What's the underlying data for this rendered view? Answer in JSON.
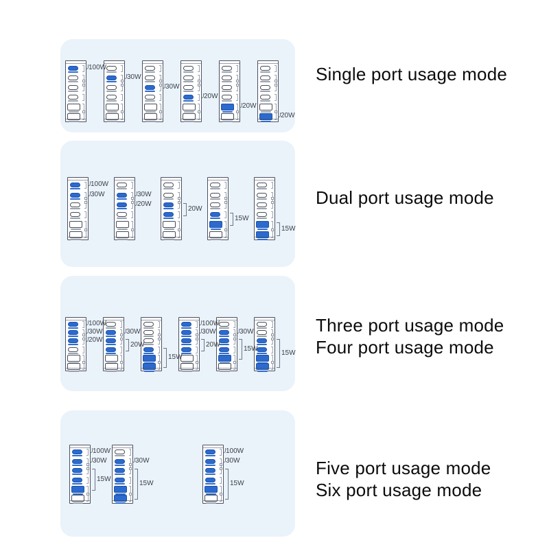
{
  "figure_title": "Charger port usage modes",
  "colors": {
    "panel_bg": "#eaf2fa",
    "active_port": "#2c6ace",
    "device_outline": "#4a5160",
    "title_text": "#0c0c0c",
    "watt_text": "#3a3f46"
  },
  "device": {
    "ports": [
      {
        "n": 1,
        "type": "usb-c"
      },
      {
        "n": 2,
        "type": "usb-c"
      },
      {
        "n": 3,
        "type": "usb-c"
      },
      {
        "n": 4,
        "type": "usb-c"
      },
      {
        "n": 5,
        "type": "usb-a"
      },
      {
        "n": 6,
        "type": "usb-a"
      }
    ]
  },
  "sections": [
    {
      "id": "single-port",
      "title": "Single port usage mode",
      "chargers": [
        {
          "active": [
            1
          ],
          "labels": [
            {
              "port": 1,
              "text": "100W"
            }
          ]
        },
        {
          "active": [
            2
          ],
          "labels": [
            {
              "port": 2,
              "text": "30W"
            }
          ]
        },
        {
          "active": [
            3
          ],
          "labels": [
            {
              "port": 3,
              "text": "30W"
            }
          ]
        },
        {
          "active": [
            4
          ],
          "labels": [
            {
              "port": 4,
              "text": "20W"
            }
          ]
        },
        {
          "active": [
            5
          ],
          "labels": [
            {
              "port": 5,
              "text": "20W"
            }
          ]
        },
        {
          "active": [
            6
          ],
          "labels": [
            {
              "port": 6,
              "text": "20W"
            }
          ]
        }
      ]
    },
    {
      "id": "dual-port",
      "title": "Dual port usage mode",
      "chargers": [
        {
          "active": [
            1,
            2
          ],
          "labels": [
            {
              "port": 1,
              "text": "100W"
            },
            {
              "port": 2,
              "text": "30W"
            }
          ]
        },
        {
          "active": [
            2,
            3
          ],
          "labels": [
            {
              "port": 2,
              "text": "30W"
            },
            {
              "port": 3,
              "text": "20W"
            }
          ]
        },
        {
          "active": [
            3,
            4
          ],
          "labels": [
            {
              "span": [
                3,
                4
              ],
              "text": "20W"
            }
          ]
        },
        {
          "active": [
            4,
            5
          ],
          "labels": [
            {
              "span": [
                4,
                5
              ],
              "text": "15W"
            }
          ]
        },
        {
          "active": [
            5,
            6
          ],
          "labels": [
            {
              "span": [
                5,
                6
              ],
              "text": "15W"
            }
          ]
        }
      ]
    },
    {
      "id": "three-four-port",
      "title": "Three port usage mode\nFour port usage mode",
      "chargers": [
        {
          "active": [
            1,
            2,
            3
          ],
          "labels": [
            {
              "port": 1,
              "text": "100W"
            },
            {
              "port": 2,
              "text": "30W"
            },
            {
              "port": 3,
              "text": "20W"
            }
          ]
        },
        {
          "active": [
            2,
            3,
            4
          ],
          "labels": [
            {
              "port": 2,
              "text": "30W"
            },
            {
              "span": [
                3,
                4
              ],
              "text": "20W"
            }
          ]
        },
        {
          "active": [
            4,
            5,
            6
          ],
          "labels": [
            {
              "span": [
                4,
                6
              ],
              "text": "15W"
            }
          ]
        },
        {
          "active": [
            1,
            2,
            3,
            4
          ],
          "labels": [
            {
              "port": 1,
              "text": "100W"
            },
            {
              "port": 2,
              "text": "30W"
            },
            {
              "span": [
                3,
                4
              ],
              "text": "20W"
            }
          ]
        },
        {
          "active": [
            2,
            3,
            4,
            5
          ],
          "labels": [
            {
              "port": 2,
              "text": "30W"
            },
            {
              "span": [
                3,
                5
              ],
              "text": "15W"
            }
          ]
        },
        {
          "active": [
            3,
            4,
            5,
            6
          ],
          "labels": [
            {
              "span": [
                3,
                6
              ],
              "text": "15W"
            }
          ]
        }
      ]
    },
    {
      "id": "five-six-port",
      "title": "Five port usage mode\nSix port usage mode",
      "chargers": [
        {
          "active": [
            1,
            2,
            3,
            4,
            5
          ],
          "labels": [
            {
              "port": 1,
              "text": "100W"
            },
            {
              "port": 2,
              "text": "30W"
            },
            {
              "span": [
                3,
                5
              ],
              "text": "15W"
            }
          ]
        },
        {
          "active": [
            2,
            3,
            4,
            5,
            6
          ],
          "labels": [
            {
              "port": 2,
              "text": "30W"
            },
            {
              "span": [
                3,
                6
              ],
              "text": "15W"
            }
          ]
        },
        {
          "active": [
            1,
            2,
            3,
            4,
            5
          ],
          "labels": [
            {
              "port": 1,
              "text": "100W"
            },
            {
              "port": 2,
              "text": "30W"
            },
            {
              "span": [
                3,
                6
              ],
              "text": "15W"
            }
          ]
        }
      ]
    }
  ]
}
